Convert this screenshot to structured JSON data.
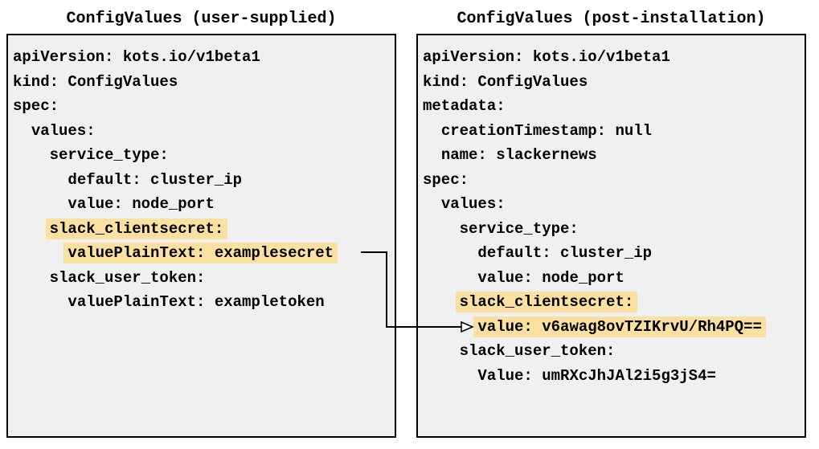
{
  "left_panel": {
    "title": "ConfigValues (user-supplied)",
    "lines": [
      {
        "indent": "",
        "text": "apiVersion: kots.io/v1beta1",
        "highlight": false
      },
      {
        "indent": "",
        "text": "kind: ConfigValues",
        "highlight": false
      },
      {
        "indent": "",
        "text": "spec:",
        "highlight": false
      },
      {
        "indent": "  ",
        "text": "values:",
        "highlight": false
      },
      {
        "indent": "    ",
        "text": "service_type:",
        "highlight": false
      },
      {
        "indent": "      ",
        "text": "default: cluster_ip",
        "highlight": false
      },
      {
        "indent": "      ",
        "text": "value: node_port",
        "highlight": false
      },
      {
        "indent": "    ",
        "text": "slack_clientsecret:",
        "highlight": true
      },
      {
        "indent": "      ",
        "text": "valuePlainText: examplesecret",
        "highlight": true
      },
      {
        "indent": "    ",
        "text": "slack_user_token:",
        "highlight": false
      },
      {
        "indent": "      ",
        "text": "valuePlainText: exampletoken",
        "highlight": false
      }
    ]
  },
  "right_panel": {
    "title": "ConfigValues (post-installation)",
    "lines": [
      {
        "indent": "",
        "text": "apiVersion: kots.io/v1beta1",
        "highlight": false
      },
      {
        "indent": "",
        "text": "kind: ConfigValues",
        "highlight": false
      },
      {
        "indent": "",
        "text": "metadata:",
        "highlight": false
      },
      {
        "indent": "  ",
        "text": "creationTimestamp: null",
        "highlight": false
      },
      {
        "indent": "  ",
        "text": "name: slackernews",
        "highlight": false
      },
      {
        "indent": "",
        "text": "spec:",
        "highlight": false
      },
      {
        "indent": "  ",
        "text": "values:",
        "highlight": false
      },
      {
        "indent": "    ",
        "text": "service_type:",
        "highlight": false
      },
      {
        "indent": "      ",
        "text": "default: cluster_ip",
        "highlight": false
      },
      {
        "indent": "      ",
        "text": "value: node_port",
        "highlight": false
      },
      {
        "indent": "    ",
        "text": "slack_clientsecret:",
        "highlight": true
      },
      {
        "indent": "      ",
        "text": "value: v6awag8ovTZIKrvU/Rh4PQ==",
        "highlight": true
      },
      {
        "indent": "    ",
        "text": "slack_user_token:",
        "highlight": false
      },
      {
        "indent": "      ",
        "text": "Value: umRXcJhJAl2i5g3jS4=",
        "highlight": false
      }
    ]
  },
  "arrow": {
    "meaning": "maps user-supplied plaintext secret to encrypted post-installation value",
    "from_line": "valuePlainText: examplesecret",
    "to_line": "value: v6awag8ovTZIKrvU/Rh4PQ=="
  },
  "colors": {
    "highlight": "#fae1a1",
    "panel_bg": "#f0f0f0",
    "panel_border": "#000000",
    "arrow": "#000000",
    "text": "#000000",
    "page_bg": "#ffffff"
  }
}
